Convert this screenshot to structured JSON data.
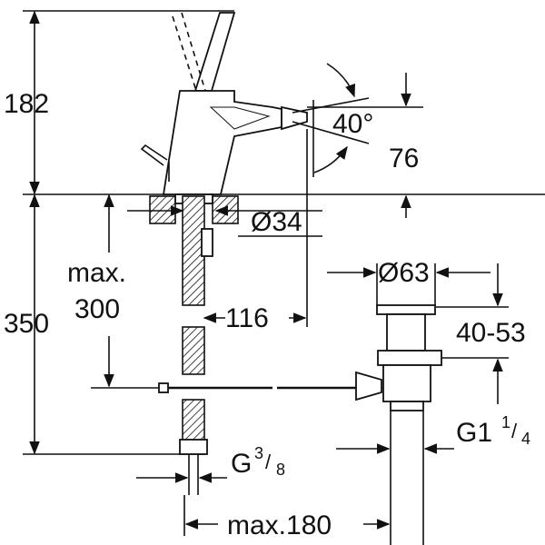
{
  "dimensions": {
    "height_above_deck": "182",
    "height_below_deck": "350",
    "max_label": "max.",
    "max_value": "300",
    "spout_angle": "40°",
    "spout_height": "76",
    "deck_diameter": "Ø34",
    "spout_reach": "116",
    "waste_diameter": "Ø63",
    "waste_range": "40-53",
    "waste_thread_main": "G1",
    "waste_thread_num": "1",
    "waste_thread_den": "4",
    "supply_thread_main": "G",
    "supply_thread_num": "3",
    "supply_thread_den": "8",
    "waste_offset": "max.180"
  }
}
